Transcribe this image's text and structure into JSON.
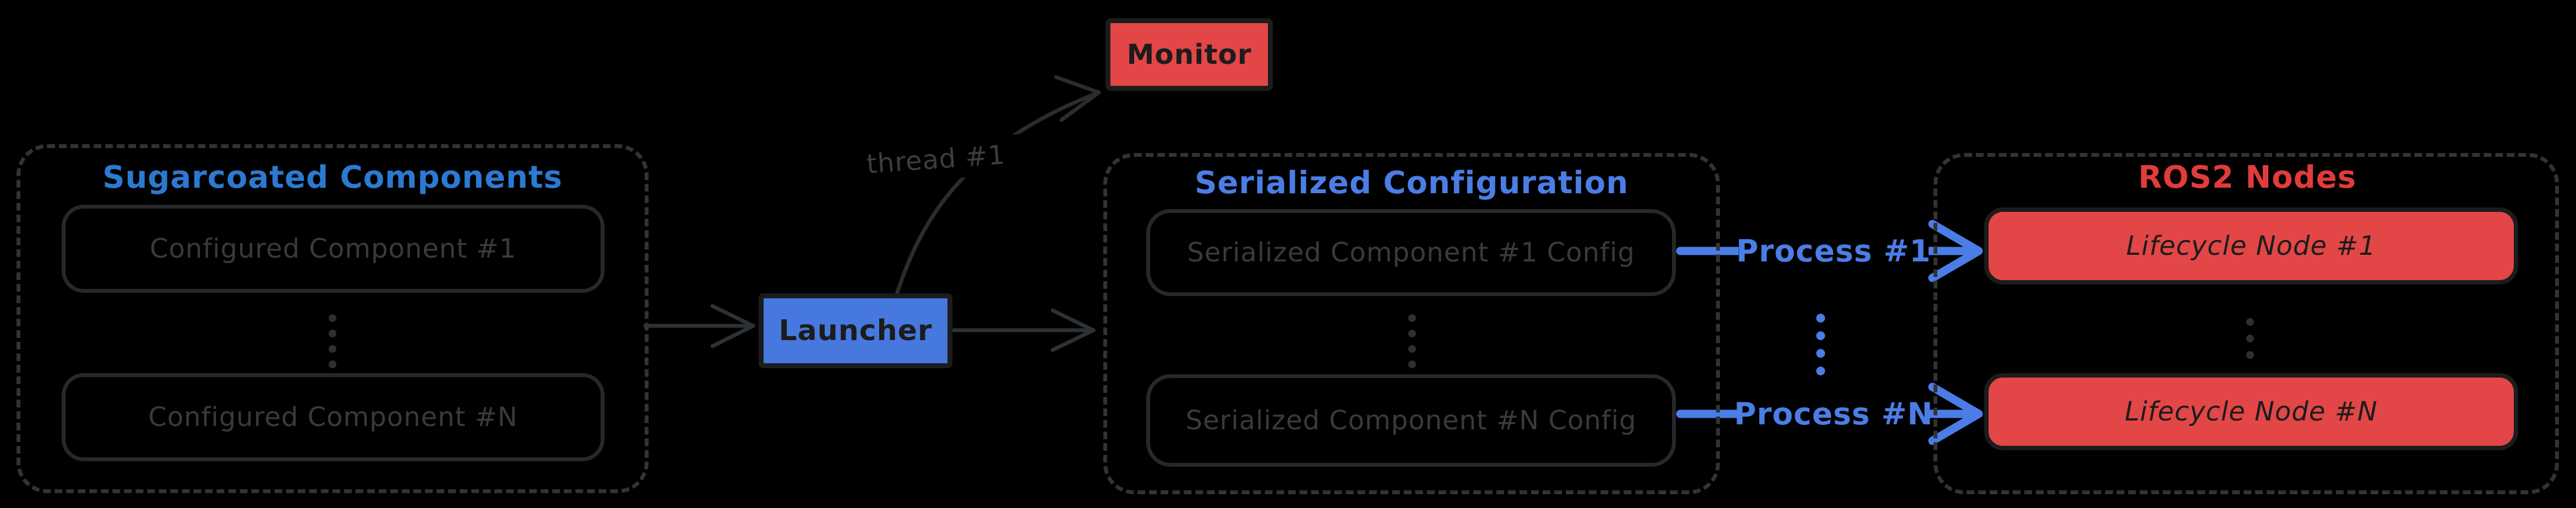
{
  "groups": {
    "sugarcoated": {
      "title": "Sugarcoated Components",
      "items": [
        "Configured Component #1",
        "Configured Component #N"
      ]
    },
    "serialized": {
      "title": "Serialized Configuration",
      "items": [
        "Serialized Component #1 Config",
        "Serialized Component #N Config"
      ]
    },
    "ros2": {
      "title": "ROS2 Nodes",
      "items": [
        "Lifecycle Node #1",
        "Lifecycle Node #N"
      ]
    }
  },
  "nodes": {
    "launcher": "Launcher",
    "monitor": "Monitor"
  },
  "edges": {
    "thread": "thread #1",
    "process_1": "Process #1",
    "process_n": "Process #N"
  },
  "icons": {
    "ellipsis": "vertical-ellipsis"
  },
  "colors": {
    "bg": "#000000",
    "dash": "#333333",
    "boxline": "#282828",
    "dimtext": "#3a3a3a",
    "threadtext": "#3d3d3d",
    "blue-title1": "#2b7ad1",
    "blue-bright": "#4b7de6",
    "launcher": "#4678de",
    "red": "#e34646",
    "red-title": "#e23b3b",
    "darklabel": "#1c1c1c",
    "wire": "#2d3036"
  }
}
